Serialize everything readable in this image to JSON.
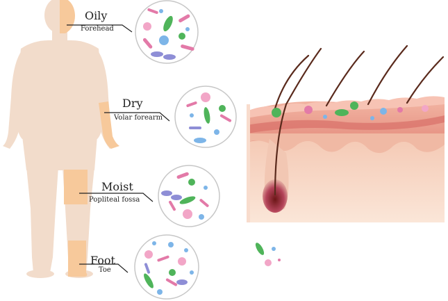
{
  "regions": [
    {
      "id": "forehead",
      "title": "Oily",
      "subtitle": "Forehead"
    },
    {
      "id": "forearm",
      "title": "Dry",
      "subtitle": "Volar forearm"
    },
    {
      "id": "popliteal",
      "title": "Moist",
      "subtitle": "Popliteal fossa"
    },
    {
      "id": "toe",
      "title": "Foot",
      "subtitle": "Toe"
    }
  ],
  "colors": {
    "body": "#f2dccb",
    "highlight": "#f7c99b",
    "microbe_pink": "#e37aa8",
    "microbe_purple": "#8e8ed6",
    "microbe_green": "#4fb45a",
    "microbe_blue": "#7db5e8",
    "epidermis": "#e7a08e",
    "dermis": "#f6d1bf",
    "hair": "#5a2a1c",
    "line": "#222222"
  },
  "icons": [
    "human-body-silhouette",
    "microbe-circle",
    "skin-cross-section",
    "hair-follicle"
  ]
}
